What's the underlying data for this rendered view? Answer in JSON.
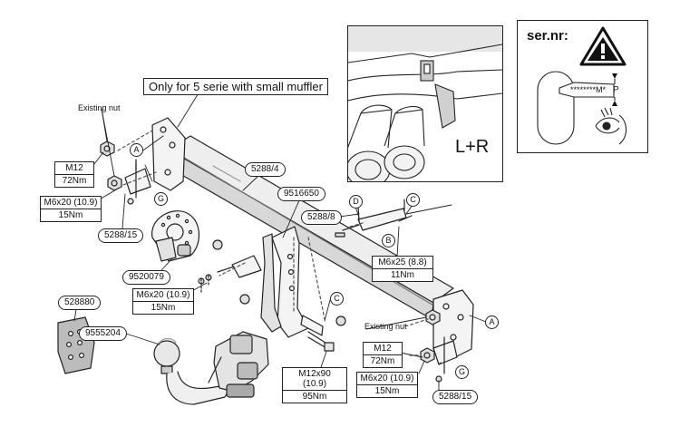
{
  "callout": "Only for 5 serie with small muffler",
  "inset_lr": {
    "label": "L+R"
  },
  "inset_serial": {
    "title": "ser.nr:",
    "stars": "********M*",
    "p_letter": "P"
  },
  "parts": {
    "p5288_4": "5288/4",
    "p9516650": "9516650",
    "p5288_8": "5288/8",
    "p5288_15_left": "5288/15",
    "p5288_15_right": "5288/15",
    "p9520079": "9520079",
    "p528880": "528880",
    "p9555204": "9555204"
  },
  "existing_nut_left": "Existing nut",
  "existing_nut_right": "Existing nut",
  "torque": {
    "m12_left": {
      "bolt": "M12",
      "torque": "72Nm"
    },
    "m6x20_left": {
      "bolt": "M6x20 (10.9)",
      "torque": "15Nm"
    },
    "m6x20_mid": {
      "bolt": "M6x20 (10.9)",
      "torque": "15Nm"
    },
    "m6x25": {
      "bolt": "M6x25 (8.8)",
      "torque": "11Nm"
    },
    "m12_right": {
      "bolt": "M12",
      "torque": "72Nm"
    },
    "m6x20_right": {
      "bolt": "M6x20 (10.9)",
      "torque": "15Nm"
    },
    "m12x90": {
      "bolt": "M12x90 (10.9)",
      "torque": "95Nm"
    }
  },
  "markers": {
    "a_left": "A",
    "g_left": "G",
    "d": "D",
    "c_top": "C",
    "b": "B",
    "c_mid": "C",
    "a_right": "A",
    "g_right": "G"
  }
}
